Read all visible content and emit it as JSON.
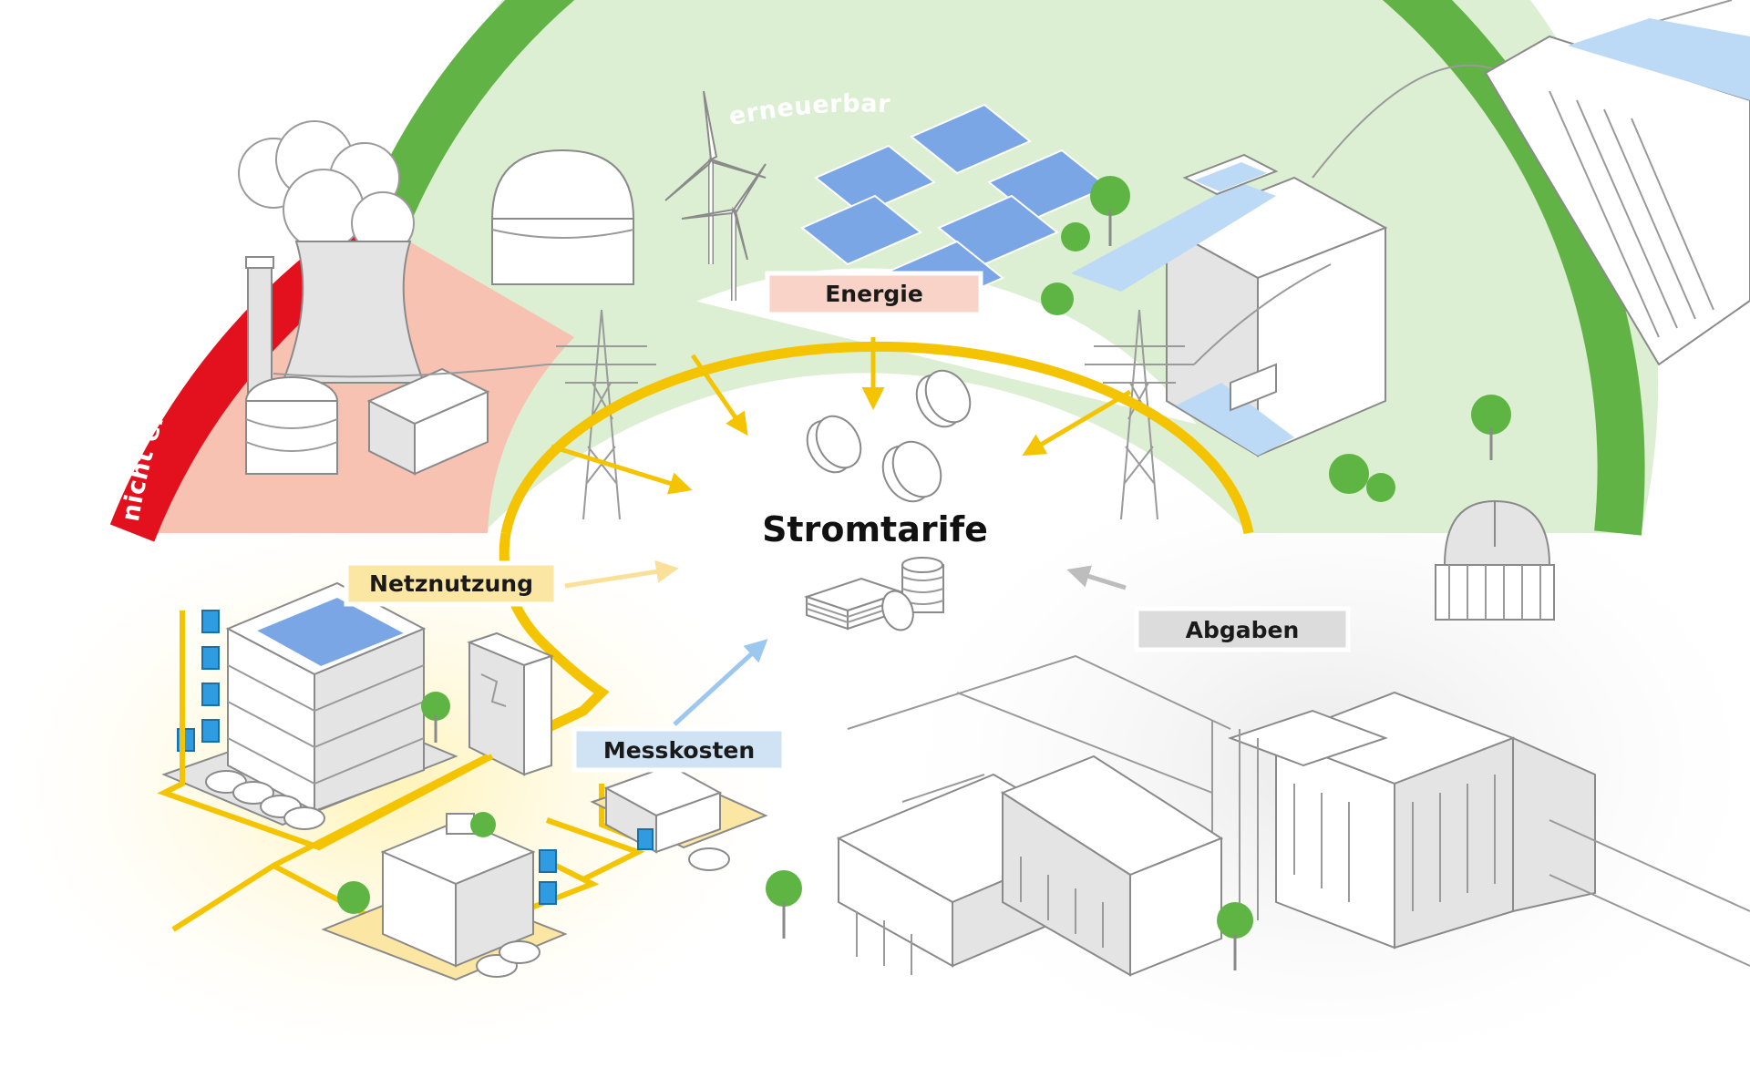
{
  "title": "Stromtarife",
  "arc": {
    "renewable": "erneuerbar",
    "non_renewable": "nicht erneuerbar"
  },
  "components": {
    "energy": "Energie",
    "grid_usage": "Netznutzung",
    "metering": "Messkosten",
    "levies": "Abgaben"
  },
  "colors": {
    "renewable_green": "#62b346",
    "renewable_bg": "#dcefd2",
    "non_renewable_red": "#e3101e",
    "non_renewable_bg": "#f7c2b2",
    "grid_yellow": "#f5c400",
    "energy_box": "#f9d3c7",
    "grid_box": "#fbe6a3",
    "metering_box": "#cfe3f5",
    "levies_box": "#dcdcdc"
  }
}
